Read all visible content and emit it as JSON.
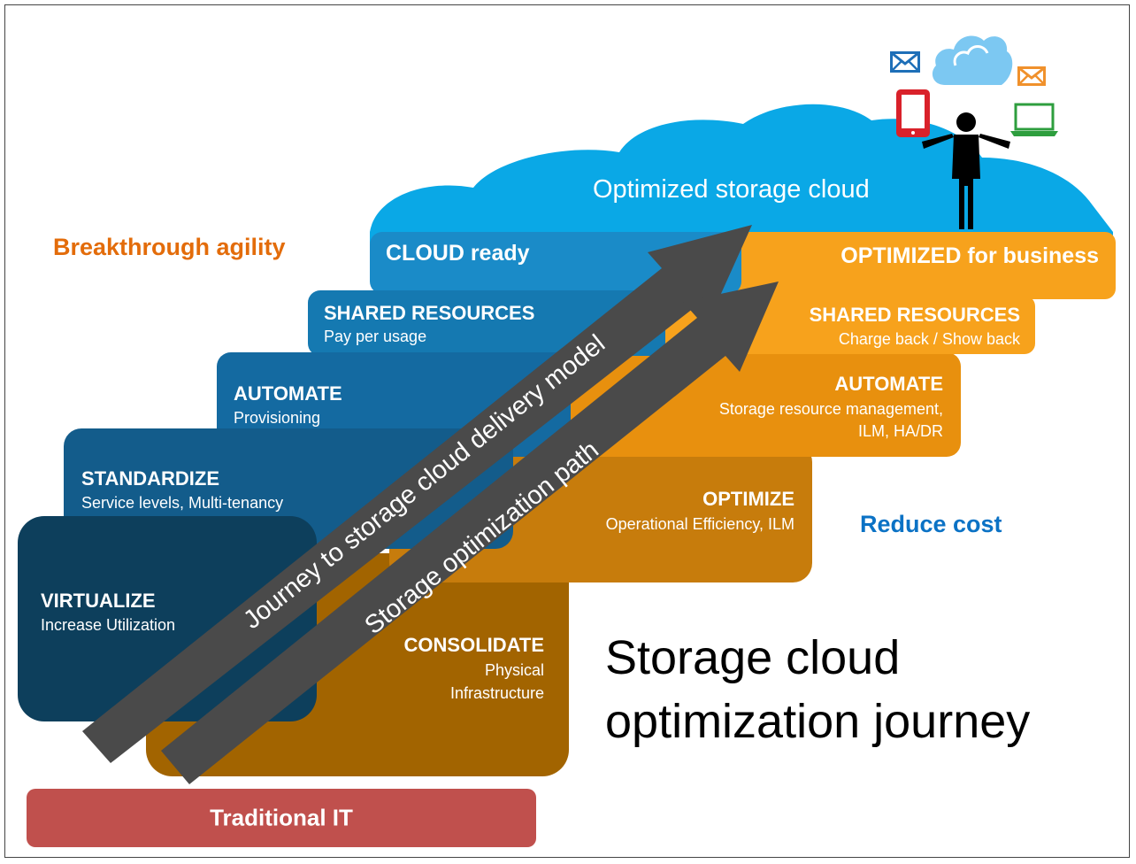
{
  "colors": {
    "cloud": "#0aa8e6",
    "orange_light": "#f7a21c",
    "orange_mid": "#e8900e",
    "orange_dark": "#c77c0c",
    "orange_deep": "#a26400",
    "blue_1": "#1a8bc8",
    "blue_2": "#1579b1",
    "blue_3": "#146aa1",
    "blue_4": "#135c8b",
    "blue_5": "#0d3f5c",
    "arrow": "#4a4a4a",
    "traditional": "#c0504d",
    "agility_text": "#e36c0a",
    "reduce_text": "#0b72c5"
  },
  "cloud": {
    "label": "Optimized storage cloud"
  },
  "header_left": "Breakthrough agility",
  "header_right": "Reduce cost",
  "blue_tiles": [
    {
      "title": "CLOUD ready",
      "subtitle": ""
    },
    {
      "title": "SHARED RESOURCES",
      "subtitle": "Pay per usage"
    },
    {
      "title": "AUTOMATE",
      "subtitle": "Provisioning"
    },
    {
      "title": "STANDARDIZE",
      "subtitle": "Service levels, Multi-tenancy"
    },
    {
      "title": "VIRTUALIZE",
      "subtitle": "Increase Utilization"
    }
  ],
  "orange_tiles": [
    {
      "title": "OPTIMIZED for business",
      "subtitle": ""
    },
    {
      "title": "SHARED RESOURCES",
      "subtitle": "Charge back / Show back"
    },
    {
      "title": "AUTOMATE",
      "subtitle_line1": "Storage resource management,",
      "subtitle_line2": "ILM, HA/DR"
    },
    {
      "title": "OPTIMIZE",
      "subtitle": "Operational Efficiency, ILM"
    },
    {
      "title": "CONSOLIDATE",
      "subtitle_line1": "Physical",
      "subtitle_line2": "Infrastructure"
    }
  ],
  "arrows": [
    {
      "label": "Journey to storage cloud delivery model"
    },
    {
      "label": "Storage optimization path"
    }
  ],
  "base": {
    "label": "Traditional IT"
  },
  "big_title": {
    "line1": "Storage cloud",
    "line2": "optimization journey"
  },
  "icons": [
    "envelope-icon",
    "cloud-icon",
    "tablet-icon",
    "person-icon",
    "laptop-icon"
  ]
}
